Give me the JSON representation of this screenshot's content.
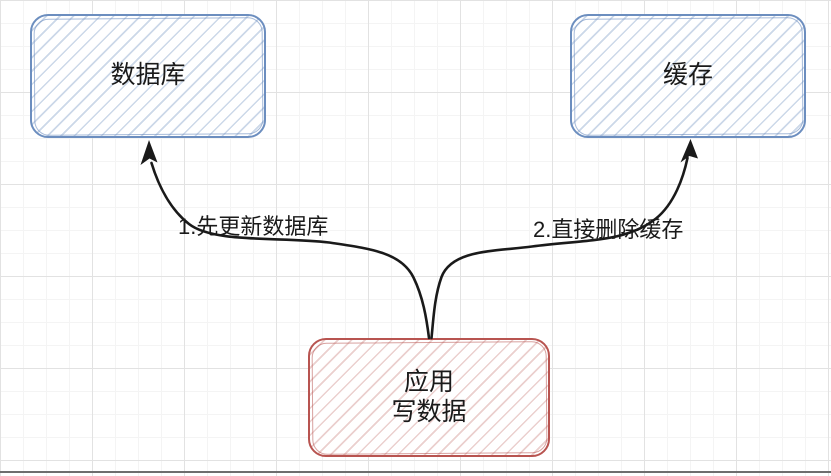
{
  "diagram": {
    "nodes": {
      "database": {
        "label": "数据库"
      },
      "cache": {
        "label": "缓存"
      },
      "app": {
        "label": "应用\n写数据"
      }
    },
    "edges": {
      "update_db": {
        "label": "1.先更新数据库"
      },
      "delete_cache": {
        "label": "2.直接删除缓存"
      }
    },
    "colors": {
      "node_blue_stroke": "#6c8ebf",
      "node_blue_hatch": "#6c8ebf59",
      "node_red_stroke": "#b85450",
      "node_red_hatch": "#b8545047",
      "edge_stroke": "#1a1a1a",
      "label_color": "#1a1a1a",
      "grid_minor": "#f4f4f4",
      "grid_major": "#e2e2e2",
      "bottom_border": "#6e6e6e"
    }
  }
}
